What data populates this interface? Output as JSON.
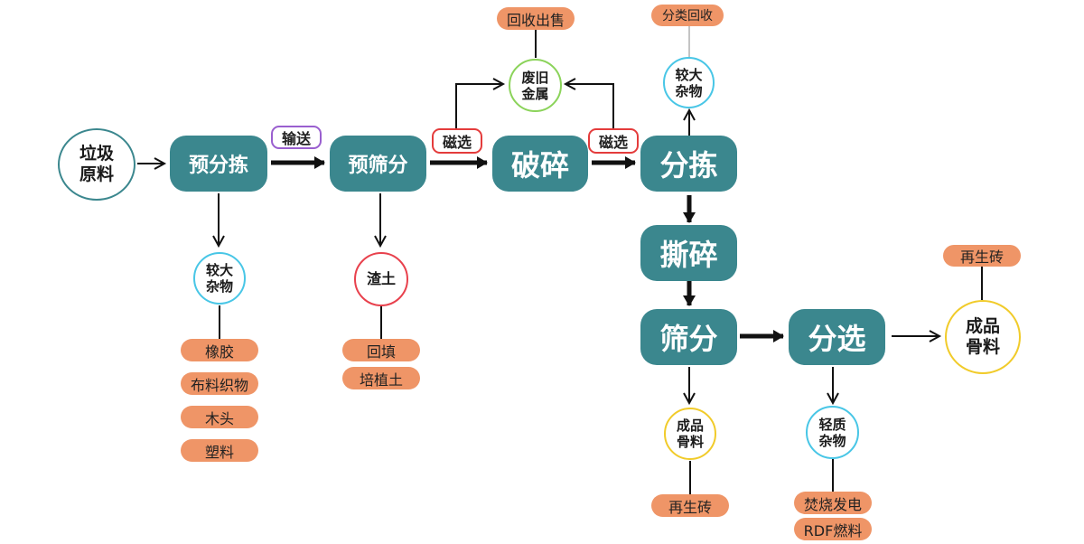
{
  "colors": {
    "process": "#3b878e",
    "circle_blue": "#48c6e6",
    "circle_green": "#8bd35a",
    "circle_red": "#e8414d",
    "circle_yellow": "#f1cb2a",
    "circle_teal": "#3b878e",
    "pill": "#ef9567",
    "label_purple": "#9a5fcf",
    "label_red": "#e43c3c",
    "arrow": "#111111"
  },
  "nodes": {
    "raw_material": {
      "line1": "垃圾",
      "line2": "原料"
    },
    "pre_sorting": "预分拣",
    "pre_screening": "预筛分",
    "crushing": "破碎",
    "sorting": "分拣",
    "shredding": "撕碎",
    "screening": "筛分",
    "separation": "分选",
    "scrap_metal": {
      "line1": "废旧",
      "line2": "金属"
    },
    "large_debris_1": {
      "line1": "较大",
      "line2": "杂物"
    },
    "large_debris_2": {
      "line1": "较大",
      "line2": "杂物"
    },
    "slag_soil": "渣土",
    "aggregate_1": {
      "line1": "成品",
      "line2": "骨料"
    },
    "aggregate_2": {
      "line1": "成品",
      "line2": "骨料"
    },
    "light_debris": {
      "line1": "轻质",
      "line2": "杂物"
    }
  },
  "labels": {
    "conveying": "输送",
    "magnetic_1": "磁选",
    "magnetic_2": "磁选"
  },
  "outputs": {
    "recycle_sale": "回收出售",
    "classified_recycle": "分类回收",
    "rubber": "橡胶",
    "cloth_fabric": "布料织物",
    "wood": "木头",
    "plastic": "塑料",
    "backfill": "回填",
    "planting_soil": "培植土",
    "recycled_brick_1": "再生砖",
    "recycled_brick_2": "再生砖",
    "incineration_power": "焚烧发电",
    "rdf_fuel": "RDF燃料"
  }
}
